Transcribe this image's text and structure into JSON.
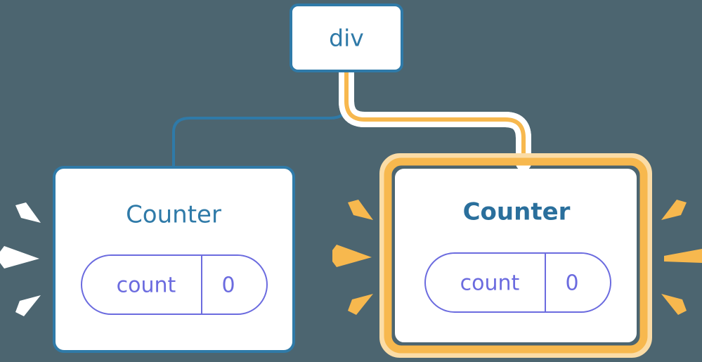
{
  "diagram": {
    "type": "component-tree",
    "background_color": "#4c6570",
    "accent_blue": "#2f7aa8",
    "accent_orange": "#f7b84e",
    "accent_orange_glow": "#fbdca6",
    "accent_purple": "#6b6bdf",
    "node_fill": "#ffffff",
    "highlight_halo": "#ffffff",
    "nodes": [
      {
        "id": "root",
        "label": "div",
        "kind": "element",
        "highlighted": false
      },
      {
        "id": "counter-left",
        "label": "Counter",
        "kind": "component",
        "highlighted": false,
        "sparkle_color": "#ffffff",
        "state": {
          "key": "count",
          "value": "0"
        }
      },
      {
        "id": "counter-right",
        "label": "Counter",
        "kind": "component",
        "highlighted": true,
        "sparkle_color": "#f7b84e",
        "state": {
          "key": "count",
          "value": "0"
        }
      }
    ],
    "edges": [
      {
        "id": "edge-left",
        "from": "root",
        "to": "counter-left",
        "color": "#2f7aa8",
        "highlighted": false
      },
      {
        "id": "edge-right",
        "from": "root",
        "to": "counter-right",
        "color": "#f7b84e",
        "highlighted": true
      }
    ]
  }
}
